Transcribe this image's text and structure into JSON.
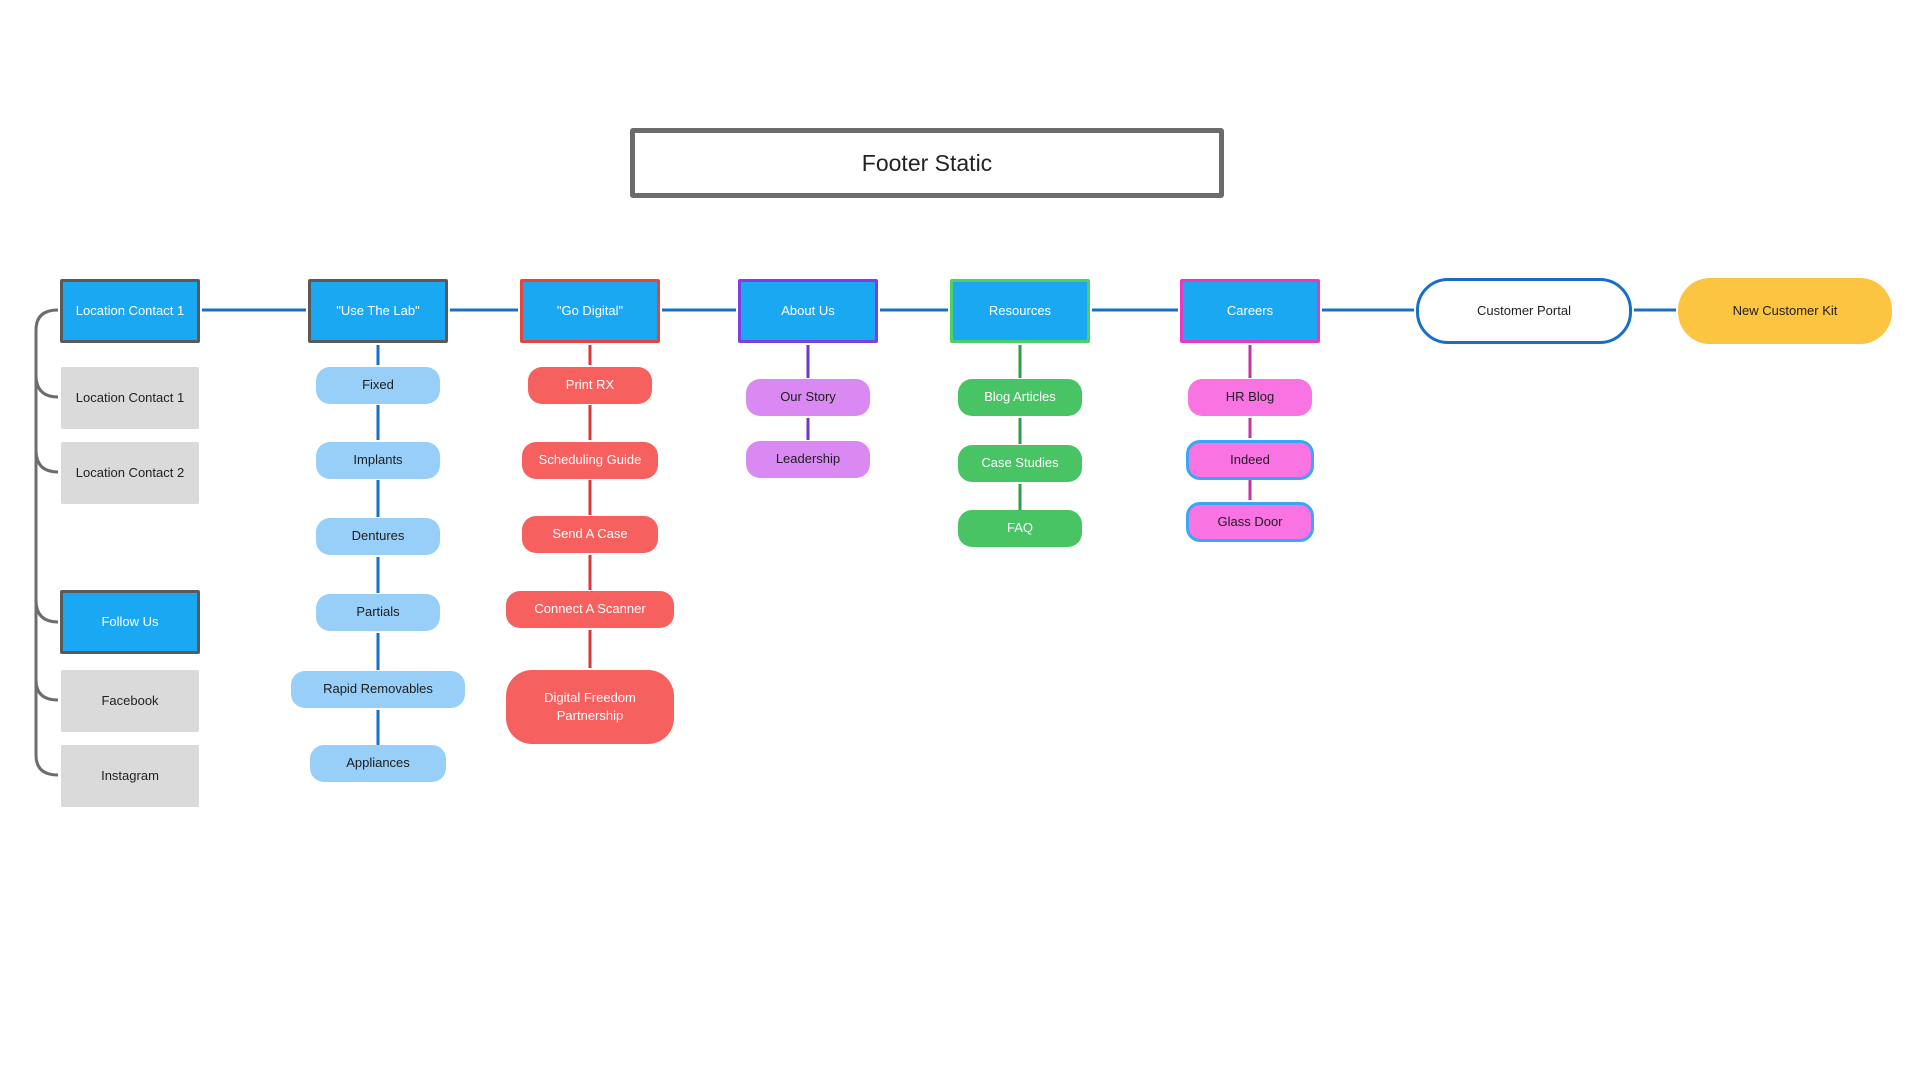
{
  "title": "Footer Static",
  "colors": {
    "header_fill": "#1ba8f2",
    "connector": "#1670c9",
    "gray_connector": "#6d6d6d"
  },
  "left_column": {
    "location_header": "Location Contact 1",
    "locations": [
      "Location Contact 1",
      "Location Contact 2"
    ],
    "follow_header": "Follow Us",
    "social": [
      "Facebook",
      "Instagram"
    ]
  },
  "use_the_lab": {
    "header": "\"Use The Lab\"",
    "items": [
      "Fixed",
      "Implants",
      "Dentures",
      "Partials",
      "Rapid Removables",
      "Appliances"
    ]
  },
  "go_digital": {
    "header": "\"Go Digital\"",
    "items": [
      "Print RX",
      "Scheduling Guide",
      "Send A Case",
      "Connect A Scanner",
      "Digital Freedom Partnership"
    ]
  },
  "about_us": {
    "header": "About Us",
    "items": [
      "Our Story",
      "Leadership"
    ]
  },
  "resources": {
    "header": "Resources",
    "items": [
      "Blog Articles",
      "Case Studies",
      "FAQ"
    ]
  },
  "careers": {
    "header": "Careers",
    "items": [
      "HR Blog",
      "Indeed",
      "Glass Door"
    ]
  },
  "customer_portal": "Customer Portal",
  "new_customer_kit": "New Customer Kit"
}
